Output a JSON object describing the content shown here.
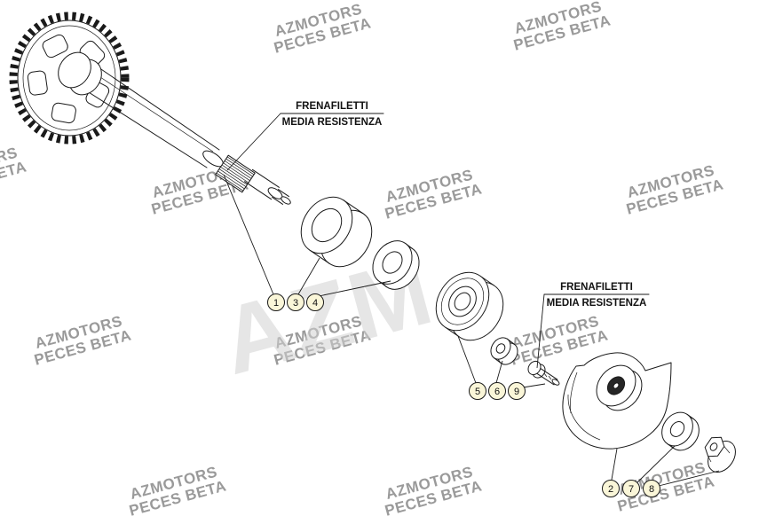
{
  "diagram": {
    "background": "#ffffff",
    "line_color": "#1a1a1a"
  },
  "watermark": {
    "line1": "AZMOTORS",
    "line2": "PECES BETA",
    "center_mark": "AZM",
    "color": "#9a9a9a"
  },
  "callout_labels": {
    "threadlocker_line1": "FRENAFILETTI",
    "threadlocker_line2": "MEDIA RESISTENZA"
  },
  "balloons": {
    "n1": "1",
    "n2": "2",
    "n3": "3",
    "n4": "4",
    "n5": "5",
    "n6": "6",
    "n7": "7",
    "n8": "8",
    "n9": "9"
  },
  "balloon_style": {
    "fill": "#faf6d8",
    "stroke": "#1a1a1a"
  }
}
